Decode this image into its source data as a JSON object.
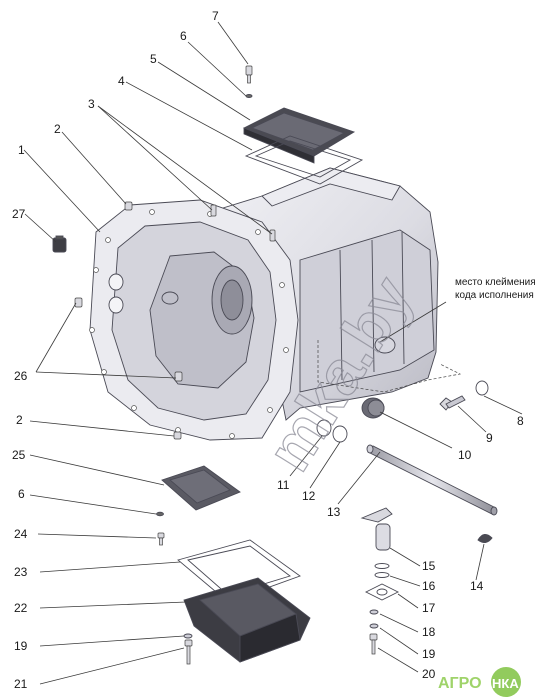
{
  "callouts": [
    {
      "id": "c1",
      "text": "1"
    },
    {
      "id": "c2a",
      "text": "2"
    },
    {
      "id": "c2b",
      "text": "2"
    },
    {
      "id": "c3",
      "text": "3"
    },
    {
      "id": "c4",
      "text": "4"
    },
    {
      "id": "c5",
      "text": "5"
    },
    {
      "id": "c6a",
      "text": "6"
    },
    {
      "id": "c6b",
      "text": "6"
    },
    {
      "id": "c7",
      "text": "7"
    },
    {
      "id": "c8",
      "text": "8"
    },
    {
      "id": "c9",
      "text": "9"
    },
    {
      "id": "c10",
      "text": "10"
    },
    {
      "id": "c11",
      "text": "11"
    },
    {
      "id": "c12",
      "text": "12"
    },
    {
      "id": "c13",
      "text": "13"
    },
    {
      "id": "c14",
      "text": "14"
    },
    {
      "id": "c15",
      "text": "15"
    },
    {
      "id": "c16",
      "text": "16"
    },
    {
      "id": "c17",
      "text": "17"
    },
    {
      "id": "c18",
      "text": "18"
    },
    {
      "id": "c19a",
      "text": "19"
    },
    {
      "id": "c19b",
      "text": "19"
    },
    {
      "id": "c20",
      "text": "20"
    },
    {
      "id": "c21",
      "text": "21"
    },
    {
      "id": "c22",
      "text": "22"
    },
    {
      "id": "c23",
      "text": "23"
    },
    {
      "id": "c24",
      "text": "24"
    },
    {
      "id": "c25",
      "text": "25"
    },
    {
      "id": "c26",
      "text": "26"
    },
    {
      "id": "c27",
      "text": "27"
    }
  ],
  "note": {
    "line1": "место клеймения",
    "line2": "кода исполнения"
  },
  "watermarks": {
    "site": "mka.by",
    "logo_left": "АГРО",
    "logo_right": "НКА"
  },
  "colors": {
    "housing": "#e4e4ea",
    "housing_shade": "#c9c9d2",
    "housing_dark": "#a9a9b4",
    "metal_dark": "#3e3e44",
    "watermark_green": "#7fc241"
  }
}
